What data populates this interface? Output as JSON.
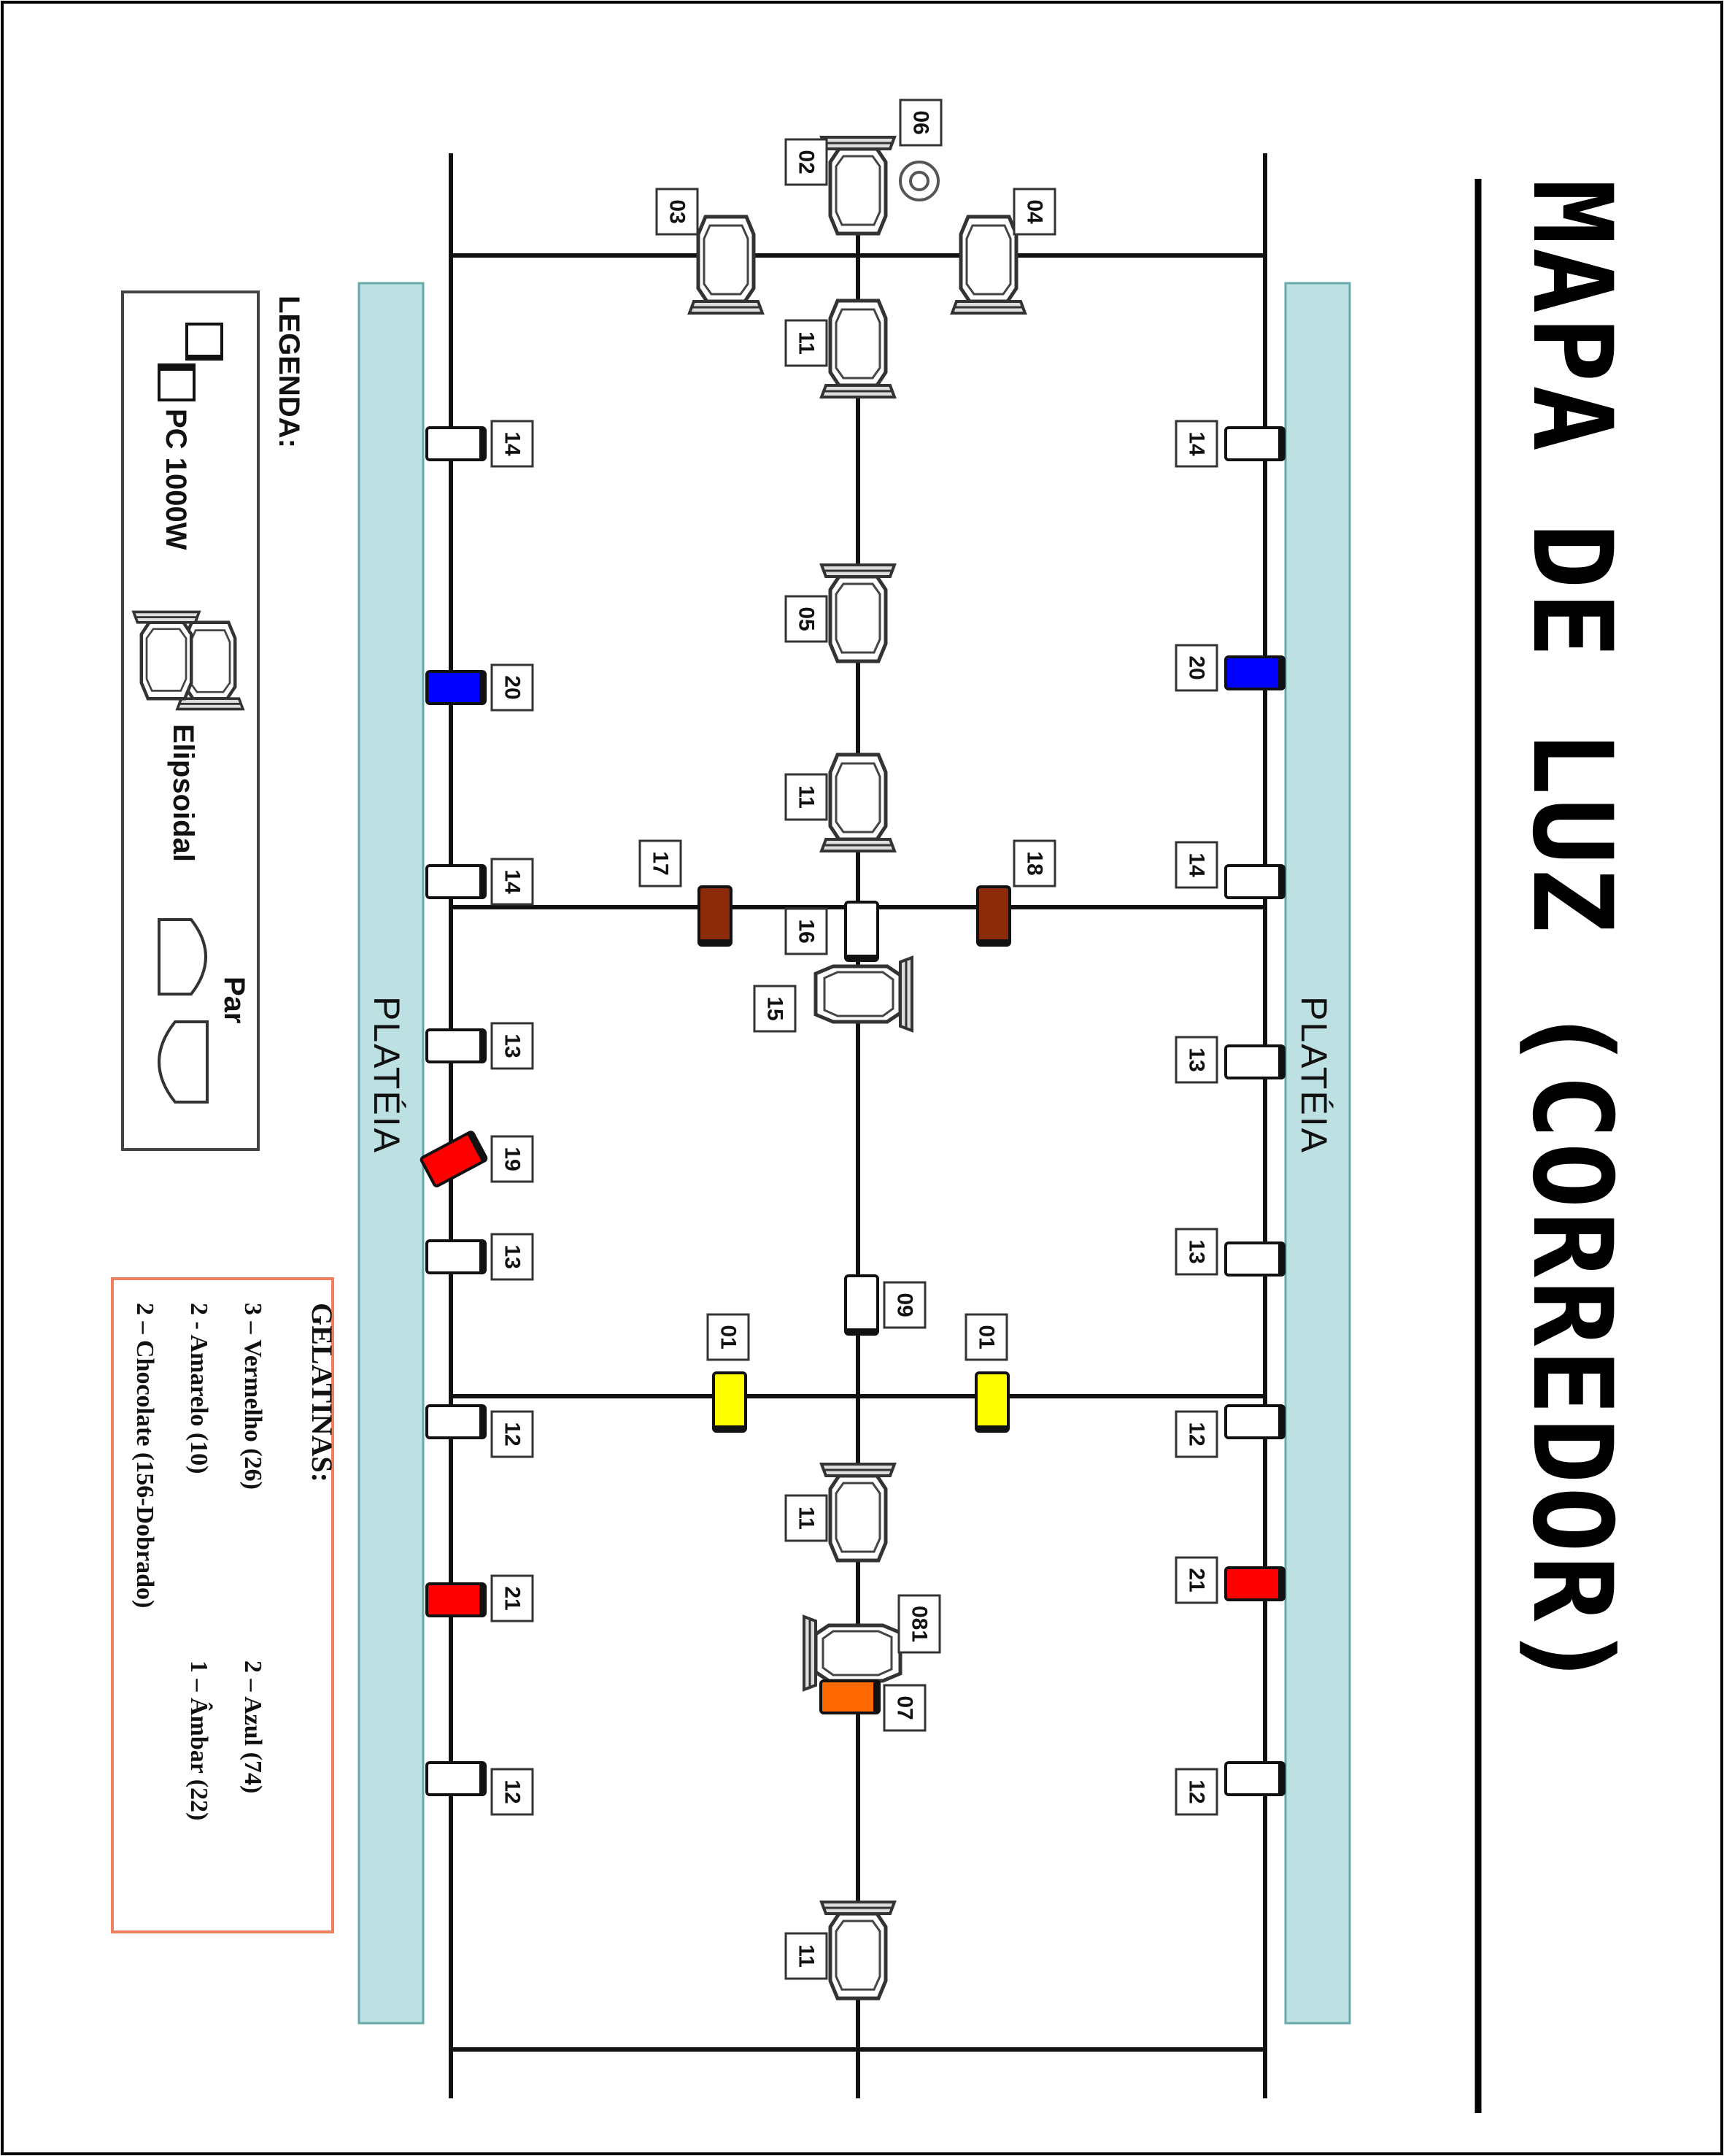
{
  "title": "MAPA DE LUZ (CORREDOR)",
  "plateia_label": "PLATÉIA",
  "legend": {
    "heading": "LEGENDA:",
    "pc_label": "PC 1000W",
    "elipsoidal_label": "Elipsoidal",
    "par_label": "Par"
  },
  "gelatinas": {
    "heading": "GELATINAS:",
    "items": [
      "3 – Vermelho (26)",
      "2 – Azul (74)",
      "2 - Amarelo (10)",
      "1 – Âmbar (22)",
      "2 – Chocolate (156-Dobrado)"
    ]
  },
  "colors": {
    "stage_strip": "#bde0e3",
    "white": "#ffffff",
    "blue": "#0000ff",
    "red": "#ff0000",
    "yellow": "#ffff00",
    "orange": "#ff6a00",
    "brown": "#8b2b0a",
    "gel_box_border": "#f08060"
  },
  "fixtures": [
    {
      "label": "06",
      "type": "circle"
    },
    {
      "label": "02",
      "type": "ellipsoidal"
    },
    {
      "label": "03",
      "type": "ellipsoidal"
    },
    {
      "label": "04",
      "type": "ellipsoidal"
    },
    {
      "label": "11",
      "type": "ellipsoidal"
    },
    {
      "label": "05",
      "type": "ellipsoidal"
    },
    {
      "label": "11",
      "type": "ellipsoidal"
    },
    {
      "label": "16",
      "type": "pc",
      "color": "white"
    },
    {
      "label": "17",
      "type": "pc",
      "color": "brown"
    },
    {
      "label": "18",
      "type": "pc",
      "color": "brown"
    },
    {
      "label": "15",
      "type": "ellipsoidal"
    },
    {
      "label": "09",
      "type": "pc",
      "color": "white"
    },
    {
      "label": "01",
      "type": "pc",
      "color": "yellow"
    },
    {
      "label": "01",
      "type": "pc",
      "color": "yellow"
    },
    {
      "label": "11",
      "type": "ellipsoidal"
    },
    {
      "label": "081",
      "type": "ellipsoidal"
    },
    {
      "label": "07",
      "type": "pc",
      "color": "orange"
    },
    {
      "label": "11",
      "type": "ellipsoidal"
    },
    {
      "label": "14",
      "type": "pc",
      "color": "white"
    },
    {
      "label": "20",
      "type": "pc",
      "color": "blue"
    },
    {
      "label": "14",
      "type": "pc",
      "color": "white"
    },
    {
      "label": "13",
      "type": "pc",
      "color": "white"
    },
    {
      "label": "19",
      "type": "pc",
      "color": "red"
    },
    {
      "label": "13",
      "type": "pc",
      "color": "white"
    },
    {
      "label": "12",
      "type": "pc",
      "color": "white"
    },
    {
      "label": "21",
      "type": "pc",
      "color": "red"
    },
    {
      "label": "12",
      "type": "pc",
      "color": "white"
    },
    {
      "label": "14",
      "type": "pc",
      "color": "white"
    },
    {
      "label": "20",
      "type": "pc",
      "color": "blue"
    },
    {
      "label": "14",
      "type": "pc",
      "color": "white"
    },
    {
      "label": "13",
      "type": "pc",
      "color": "white"
    },
    {
      "label": "13",
      "type": "pc",
      "color": "white"
    },
    {
      "label": "12",
      "type": "pc",
      "color": "white"
    },
    {
      "label": "21",
      "type": "pc",
      "color": "red"
    },
    {
      "label": "12",
      "type": "pc",
      "color": "white"
    }
  ]
}
